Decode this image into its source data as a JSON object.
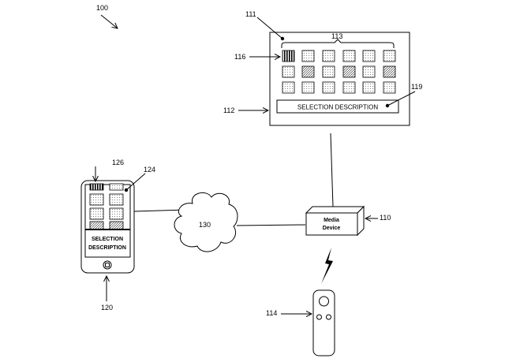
{
  "figure": {
    "refs": {
      "system": "100",
      "display": "111",
      "display_frame": "112",
      "tile_group": "113",
      "selected_tile": "116",
      "description_area": "119",
      "media_device": "110",
      "network": "130",
      "remote": "114",
      "phone": "120",
      "phone_screen": "124",
      "phone_selected_tile": "126"
    },
    "display_description": "SELECTION DESCRIPTION",
    "media_device_label": [
      "Media",
      "Device"
    ],
    "phone_description": [
      "SELECTION",
      "DESCRIPTION"
    ]
  }
}
